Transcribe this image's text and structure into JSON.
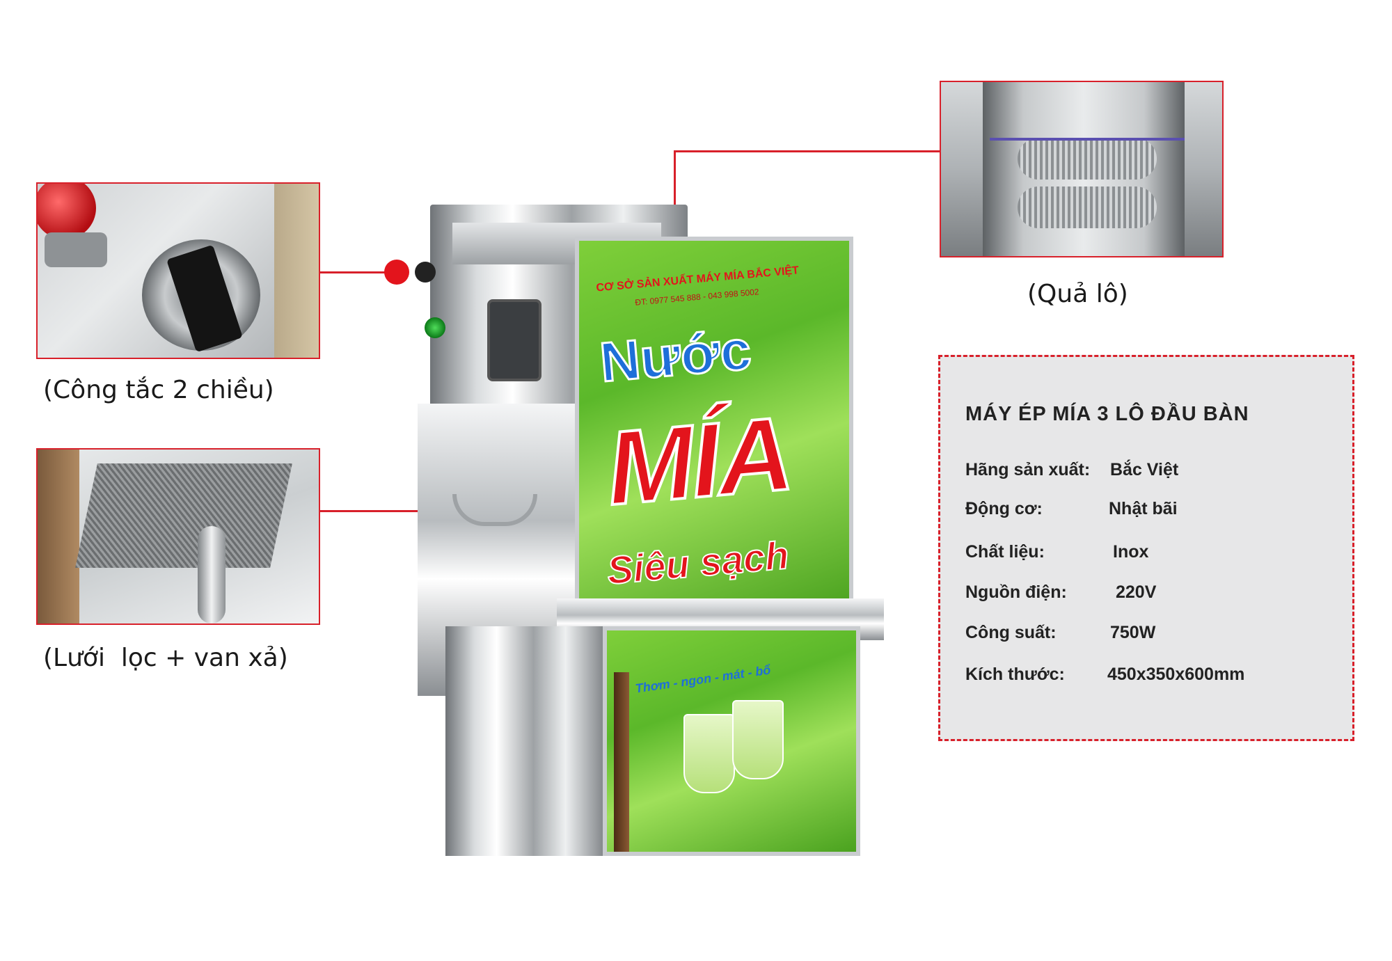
{
  "callouts": {
    "switch_caption": "(Công tắc 2 chiều)",
    "filter_caption": "(Lưới  lọc + van xả)",
    "roller_caption": "(Quả lô)"
  },
  "machine_panel": {
    "company": "CƠ SỞ SẢN XUẤT MÁY MÍA BẮC VIỆT",
    "phone": "ĐT: 0977 545 888 - 043 998 5002",
    "word1": "Nước",
    "word2": "MÍA",
    "word3": "Siêu sạch",
    "slogan": "Thơm - ngon - mát - bổ"
  },
  "specs": {
    "title": "MÁY ÉP MÍA 3 LÔ ĐẦU BÀN",
    "rows": [
      {
        "label": "Hãng sản xuất:",
        "value": "Bắc Việt"
      },
      {
        "label": "Động cơ:",
        "value": "Nhật bãi"
      },
      {
        "label": "Chất liệu:",
        "value": "Inox"
      },
      {
        "label": "Nguồn điện:",
        "value": "220V"
      },
      {
        "label": "Công suất:",
        "value": "750W"
      },
      {
        "label": "Kích thước:",
        "value": "450x350x600mm"
      }
    ]
  },
  "colors": {
    "accent_red": "#d8202a",
    "spec_bg": "#e7e7e8",
    "panel_green": "#5bb82a",
    "title_blue": "#1e6fd9",
    "title_red": "#e3141c"
  }
}
